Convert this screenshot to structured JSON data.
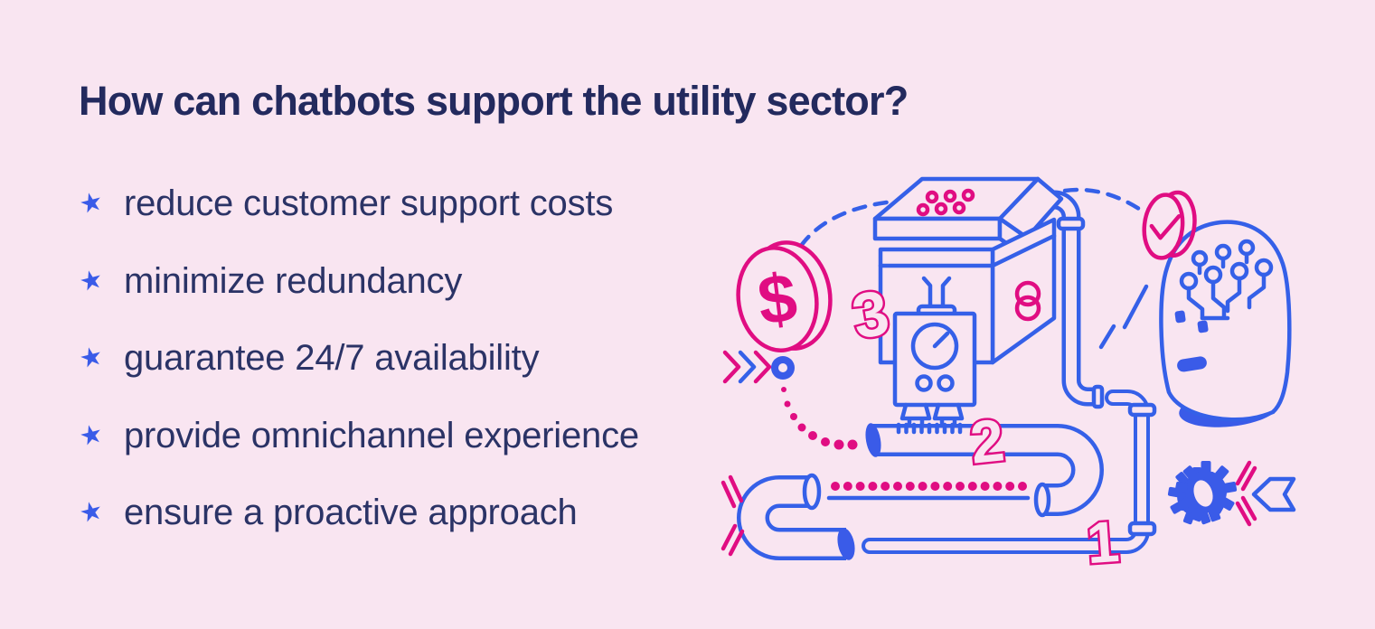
{
  "header": {
    "title": "How can chatbots support the utility sector?"
  },
  "benefits": {
    "bullet_glyph": "★",
    "bullet_icon": "star-icon",
    "items": [
      "reduce customer support costs",
      "minimize redundancy",
      "guarantee 24/7 availability",
      "provide omnichannel experience",
      "ensure a proactive approach"
    ]
  },
  "illustration": {
    "coin_symbol": "$",
    "step_labels": {
      "one": "1",
      "two": "2",
      "three": "3"
    },
    "icons": [
      "dollar-coin-icon",
      "check-coin-icon",
      "machine-icon",
      "pressure-gauge-icon",
      "pipes-icon",
      "robot-head-icon",
      "gear-icon",
      "flag-icon"
    ]
  },
  "colors": {
    "background": "#F9E5F1",
    "title_navy": "#232A5E",
    "text_navy": "#2B3366",
    "blue": "#3560E8",
    "star_blue": "#3A5BE8",
    "magenta": "#E00D82"
  }
}
